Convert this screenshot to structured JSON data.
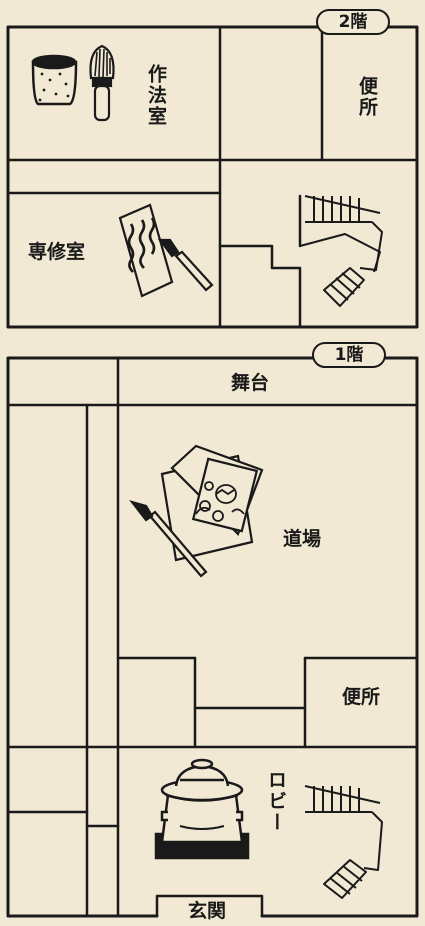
{
  "floors": {
    "second": {
      "badge": "2階",
      "rooms": {
        "sahoushitsu": "作法室",
        "benjo": "便所",
        "senshushitsu": "専修室"
      }
    },
    "first": {
      "badge": "1階",
      "rooms": {
        "butai": "舞台",
        "dojo": "道場",
        "benjo": "便所",
        "lobby": "ロビー",
        "genkan": "玄関"
      }
    }
  },
  "colors": {
    "paper": "#f2e9d4",
    "ink": "#1a1a1a"
  },
  "icons": [
    "tea-bowl-icon",
    "tea-whisk-icon",
    "calligraphy-paper-icon",
    "brush-icon",
    "paintings-icon",
    "pot-icon",
    "stairs-icon"
  ]
}
